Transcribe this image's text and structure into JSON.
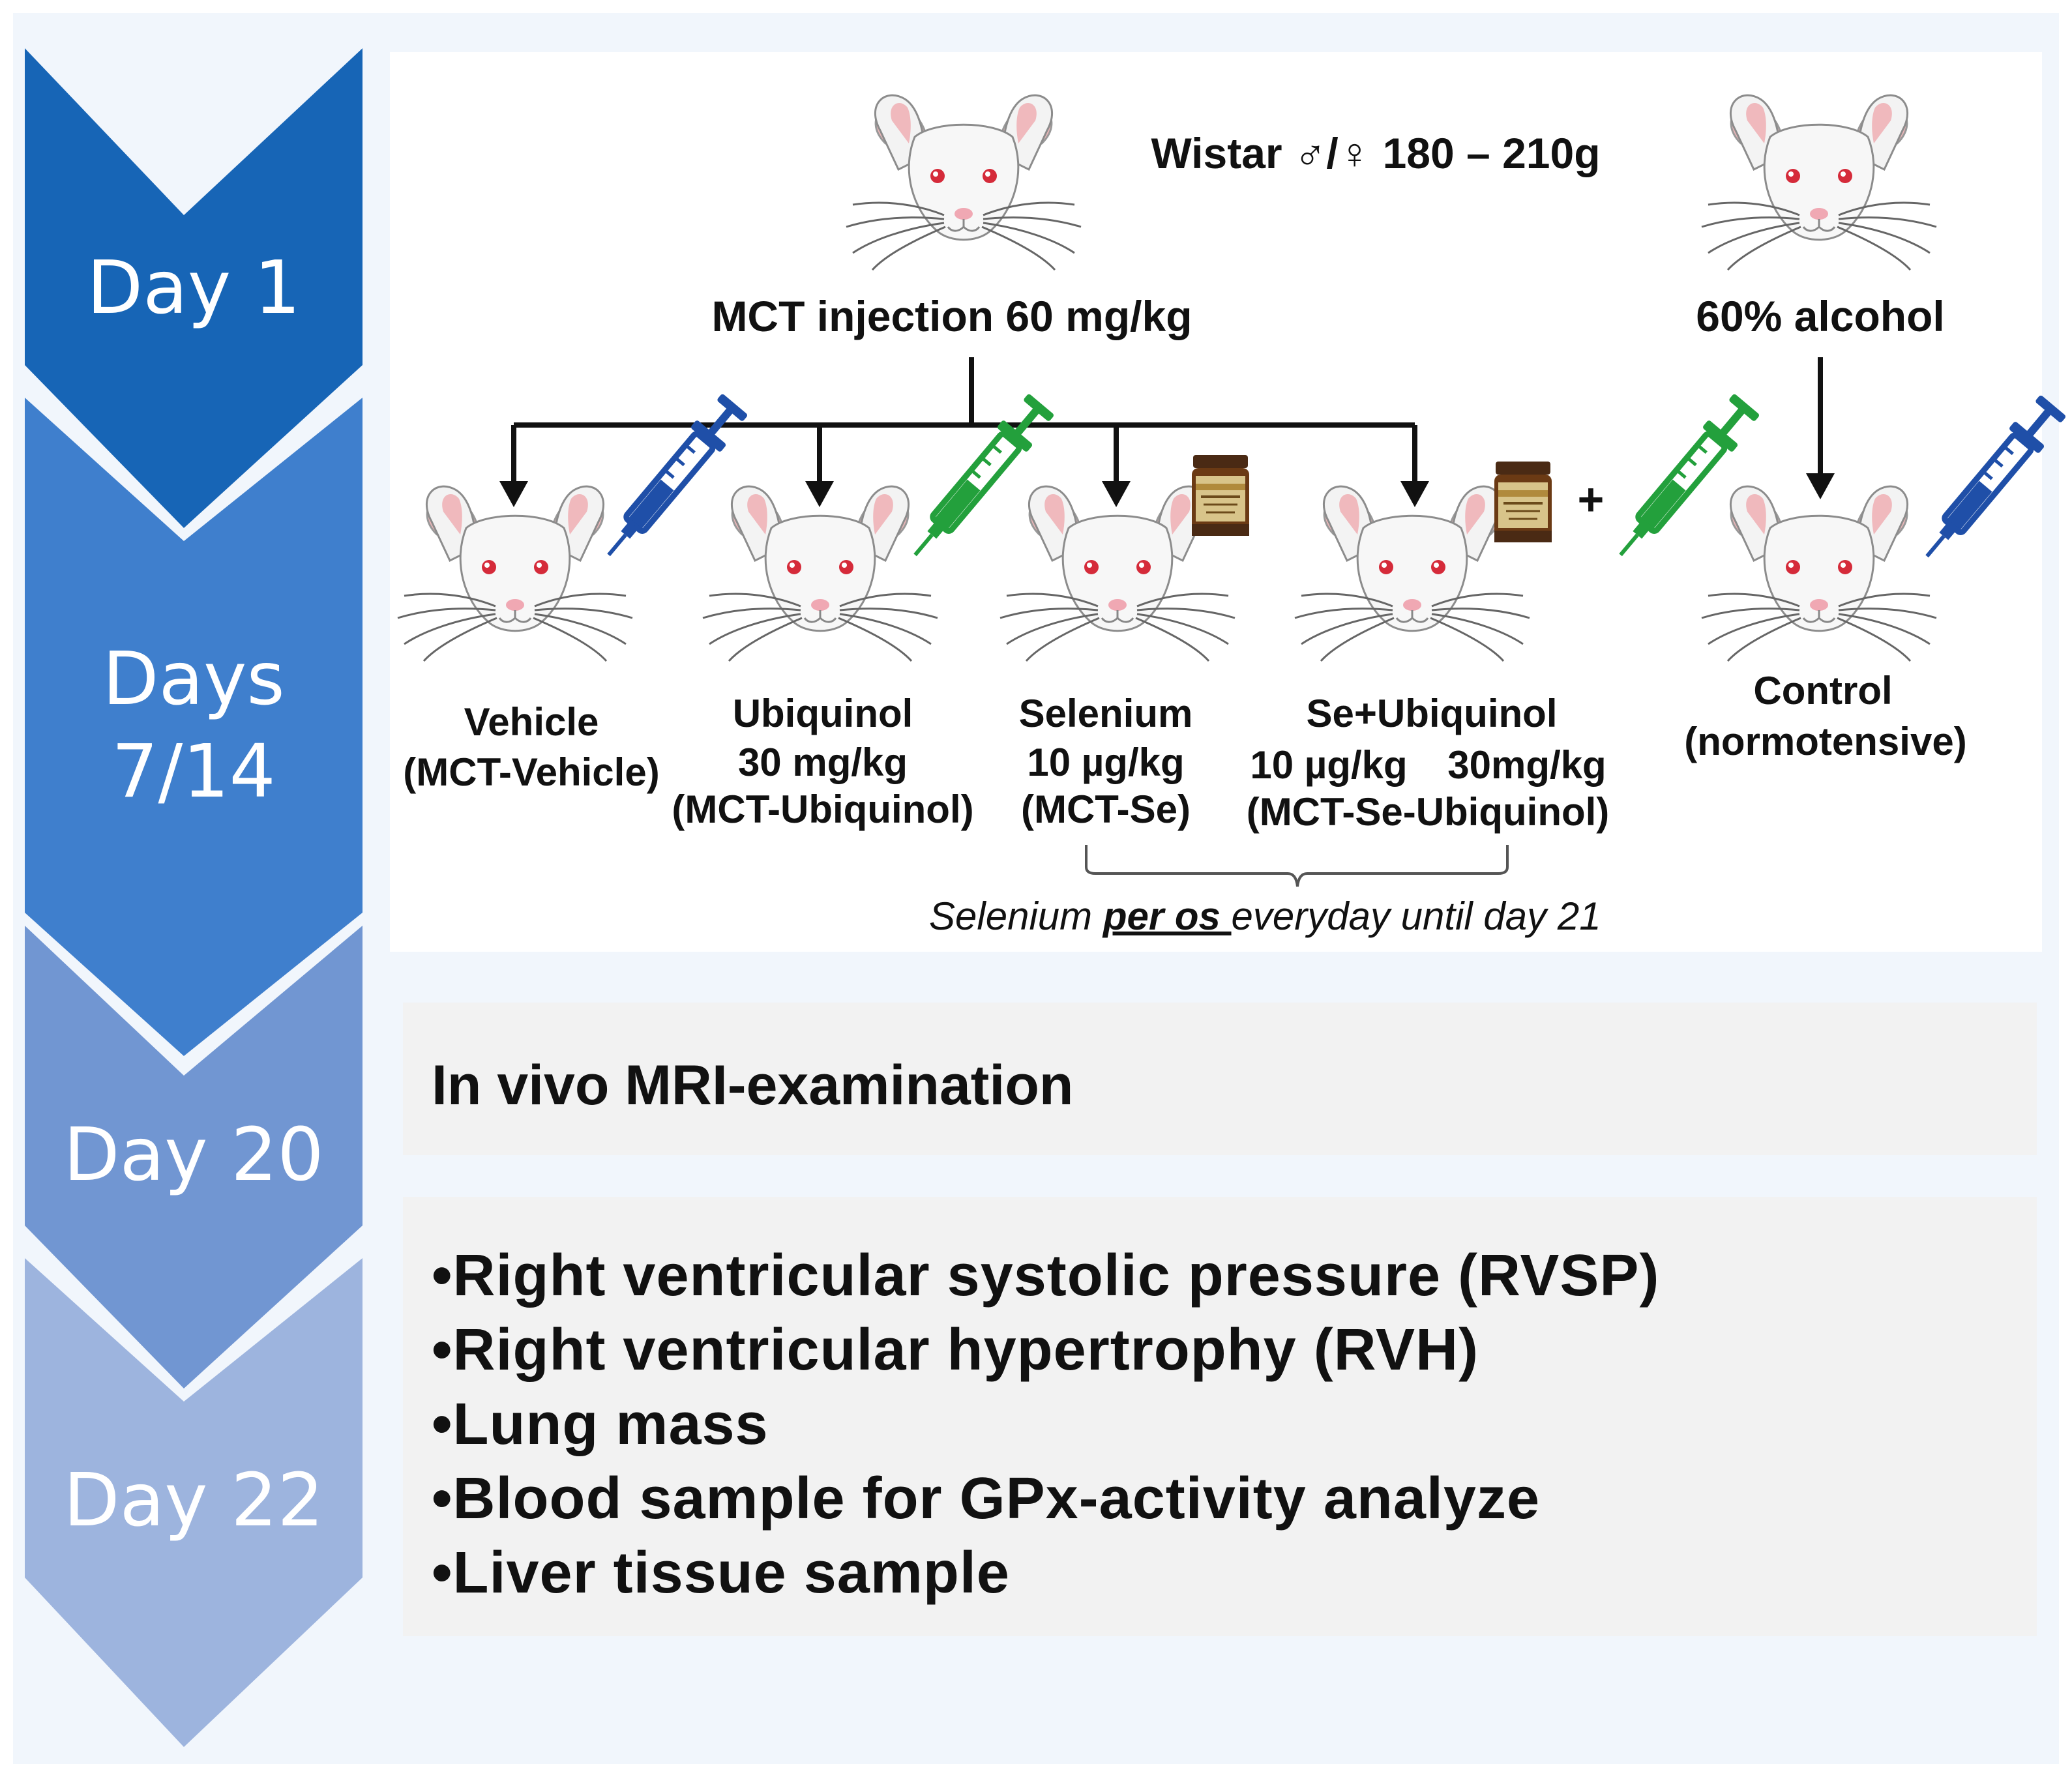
{
  "timeline": {
    "day1": "Day 1",
    "days7_14_line1": "Days",
    "days7_14_line2": "7/14",
    "day20": "Day 20",
    "day22": "Day 22",
    "colors": [
      "#1765b6",
      "#3f7fcd",
      "#7196d2",
      "#9db4de"
    ]
  },
  "header": {
    "strain": "Wistar ♂/♀ 180 – 210g",
    "mct_injection": "MCT injection 60 mg/kg",
    "alcohol": "60% alcohol",
    "plus_sign": "+"
  },
  "groups": {
    "vehicle": {
      "line1": "Vehicle",
      "line2": "(MCT-Vehicle)"
    },
    "ubiquinol": {
      "line1": "Ubiquinol",
      "line2": "30 mg/kg",
      "line3": "(MCT-Ubiquinol)"
    },
    "selenium": {
      "line1": "Selenium",
      "line2": "10 µg/kg",
      "line3": "(MCT-Se)"
    },
    "se_ubiquinol": {
      "line1": "Se+Ubiquinol",
      "line2a": "10 µg/kg",
      "line2b": "30mg/kg",
      "line3": "(MCT-Se-Ubiquinol)"
    },
    "control": {
      "line1": "Control",
      "line2": "(normotensive)"
    }
  },
  "note": {
    "prefix": "Selenium ",
    "emphasis": "per os ",
    "suffix": "everyday until day 21"
  },
  "mri": {
    "text": "In vivo MRI-examination"
  },
  "outcomes": [
    "•Right ventricular systolic pressure (RVSP)",
    "•Right ventricular hypertrophy (RVH)",
    "•Lung mass",
    "•Blood sample for GPx-activity analyze",
    "•Liver tissue sample"
  ],
  "syringe_colors": {
    "vehicle": "#1f4fa8",
    "ubiquinol": "#23a03c",
    "se_ubiquinol": "#23a03c",
    "control": "#1f4fa8"
  }
}
